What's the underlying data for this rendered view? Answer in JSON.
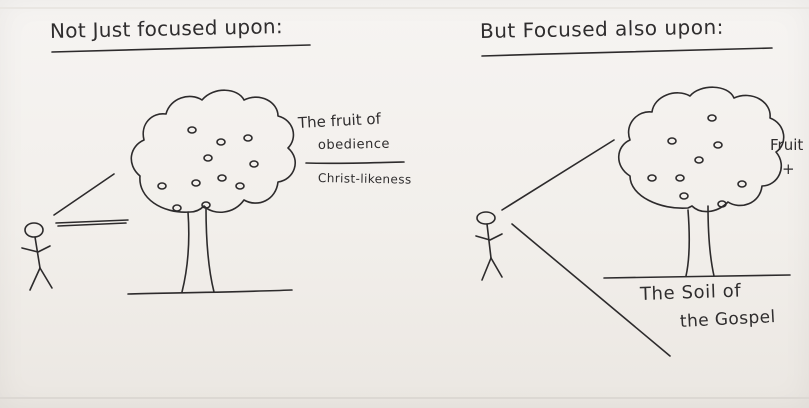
{
  "left_panel": {
    "heading": "Not Just focused upon:",
    "note_top": "The fruit of",
    "note_mid": "obedience",
    "note_bottom": "Christ-likeness"
  },
  "right_panel": {
    "heading": "But Focused also upon:",
    "note_edge": "Fruit",
    "note_plus": "+",
    "soil_line1": "The Soil of",
    "soil_line2": "the Gospel"
  }
}
